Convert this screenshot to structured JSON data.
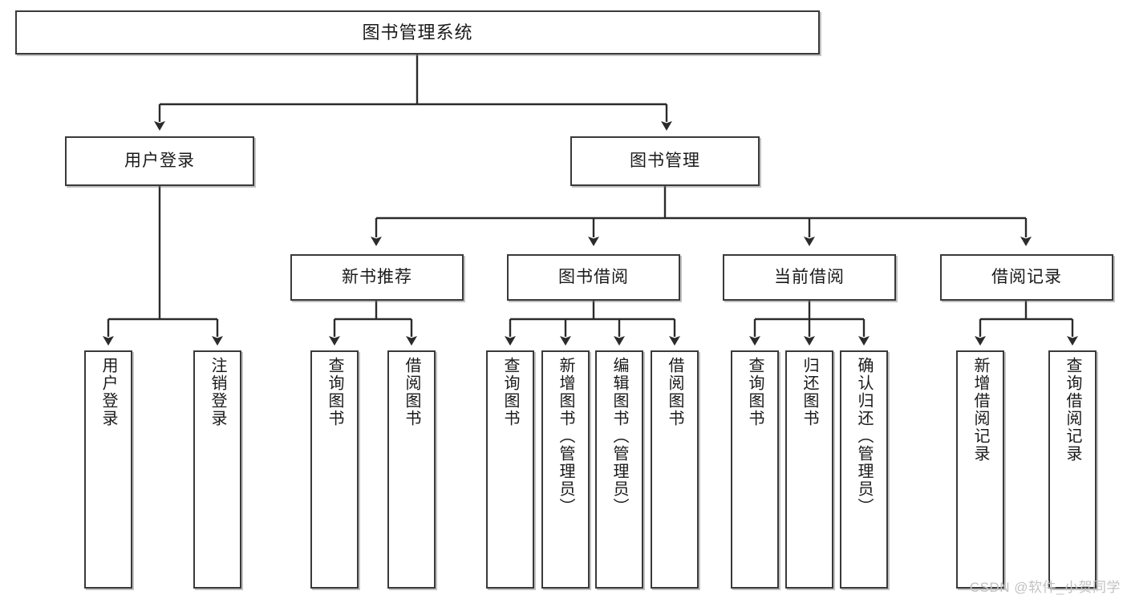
{
  "diagram": {
    "title": "图书管理系统",
    "type": "tree-hierarchy-diagram",
    "colors": {
      "box_border": "#3a3a3a",
      "box_fill": "#ffffff",
      "edge": "#2b2b2b",
      "background": "#ffffff",
      "watermark": "#c2c2c2"
    },
    "root": {
      "label": "图书管理系统"
    },
    "level2": [
      {
        "label": "用户登录"
      },
      {
        "label": "图书管理"
      }
    ],
    "level3": [
      {
        "label": "新书推荐"
      },
      {
        "label": "图书借阅"
      },
      {
        "label": "当前借阅"
      },
      {
        "label": "借阅记录"
      }
    ],
    "leaves": {
      "user_login": [
        {
          "label": "用户登录"
        },
        {
          "label": "注销登录"
        }
      ],
      "new_book_recommend": [
        {
          "label": "查询图书"
        },
        {
          "label": "借阅图书"
        }
      ],
      "book_borrow": [
        {
          "label": "查询图书"
        },
        {
          "label": "新增图书（管理员）"
        },
        {
          "label": "编辑图书（管理员）"
        },
        {
          "label": "借阅图书"
        }
      ],
      "current_borrow": [
        {
          "label": "查询图书"
        },
        {
          "label": "归还图书"
        },
        {
          "label": "确认归还（管理员）"
        }
      ],
      "borrow_record": [
        {
          "label": "新增借阅记录"
        },
        {
          "label": "查询借阅记录"
        }
      ]
    }
  },
  "watermark": {
    "text": "CSDN @软件_小贺同学"
  }
}
